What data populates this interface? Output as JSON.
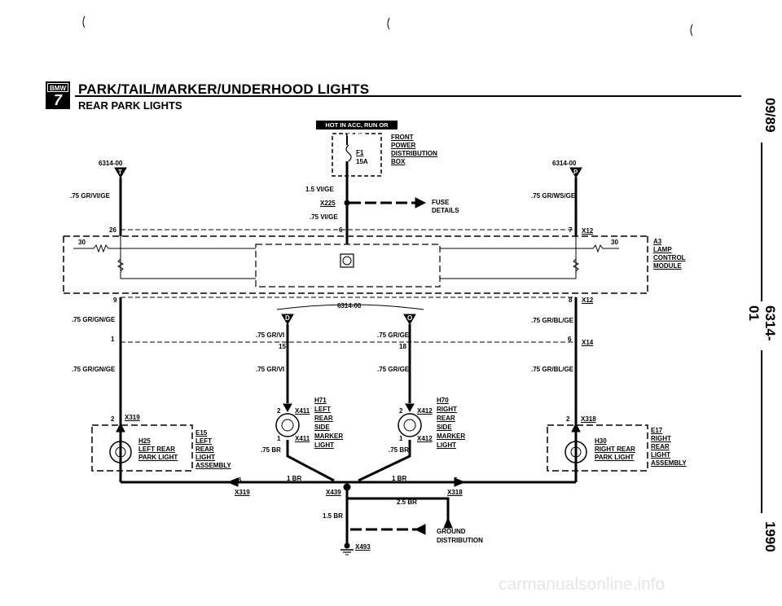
{
  "header": {
    "title": "PARK/TAIL/MARKER/UNDERHOOD LIGHTS",
    "subtitle": "REAR PARK LIGHTS",
    "logo_top": "BMW",
    "logo_num": "7"
  },
  "side": {
    "date": "09/89",
    "doc_code": "6314-01",
    "year": "1990"
  },
  "banner": "HOT IN ACC, RUN OR START",
  "fuse": {
    "front_power": [
      "FRONT",
      "POWER",
      "DISTRIBUTION",
      "BOX"
    ],
    "fuse_id": "F1",
    "fuse_rating": "15A",
    "wire_top": "1.5 VI/GE",
    "splice": "X225",
    "wire_bottom": ".75 VI/GE",
    "details": [
      "FUSE",
      "DETAILS"
    ]
  },
  "connectors": {
    "left_top_code": "6314-00",
    "left_top_letter": "T",
    "right_top_code": "6314-00",
    "right_top_letter": "P",
    "mid_code": "6314-00",
    "mid_left_letter": "D",
    "mid_right_letter": "O"
  },
  "wires": {
    "w_left_top": ".75 GR/VI/GE",
    "w_right_top": ".75 GR/WS/GE",
    "w_left_mid": ".75 GR/GN/GE",
    "w_right_mid": ".75 GR/BL/GE",
    "w_left_low": ".75 GR/GN/GE",
    "w_right_low": ".75 GR/BL/GE",
    "w_mid_left_1": ".75 GR/VI",
    "w_mid_right_1": ".75 GR/GE",
    "w_mid_left_2": ".75 GR/VI",
    "w_mid_right_2": ".75 GR/GE",
    "w_br_left": ".75 BR",
    "w_br_right": ".75 BR",
    "w_1br_left": "1 BR",
    "w_1br_right": "1 BR",
    "w_25br": "2.5 BR",
    "w_15br": "1.5 BR"
  },
  "pins": {
    "p26": "26",
    "p6a": "6",
    "p7": "7",
    "p30l": "30",
    "p30r": "30",
    "p9": "9",
    "p8": "8",
    "p1a": "1",
    "p6b": "6",
    "p15": "15",
    "p18": "18",
    "p2l": "2",
    "p2r": "2",
    "p2ml": "2",
    "p2mr": "2",
    "p1ml": "1",
    "p1mr": "1",
    "p6c": "6",
    "p5": "5"
  },
  "module": {
    "conn_top": "X12",
    "conn_bottom": "X12",
    "lines": [
      "A3",
      "LAMP",
      "CONTROL",
      "MODULE"
    ],
    "x14": "X14"
  },
  "lamps": {
    "left": {
      "conn": "X319",
      "id": "H25",
      "lines": [
        "LEFT REAR",
        "PARK LIGHT"
      ],
      "asm": [
        "E15",
        "LEFT",
        "REAR",
        "LIGHT",
        "ASSEMBLY"
      ]
    },
    "right": {
      "conn": "X318",
      "id": "H30",
      "lines": [
        "RIGHT REAR",
        "PARK LIGHT"
      ],
      "asm": [
        "E17",
        "RIGHT",
        "REAR",
        "LIGHT",
        "ASSEMBLY"
      ]
    },
    "mid_left": {
      "conn_top": "X411",
      "conn_bot": "X411",
      "id": "H71",
      "lines": [
        "LEFT",
        "REAR",
        "SIDE",
        "MARKER",
        "LIGHT"
      ]
    },
    "mid_right": {
      "conn_top": "X412",
      "conn_bot": "X412",
      "id": "H70",
      "lines": [
        "RIGHT",
        "REAR",
        "SIDE",
        "MARKER",
        "LIGHT"
      ]
    }
  },
  "ground": {
    "x319": "X319",
    "x439": "X439",
    "x318": "X318",
    "x493": "X493",
    "label": [
      "GROUND",
      "DISTRIBUTION"
    ]
  },
  "watermark": "carmanualsonline.info"
}
